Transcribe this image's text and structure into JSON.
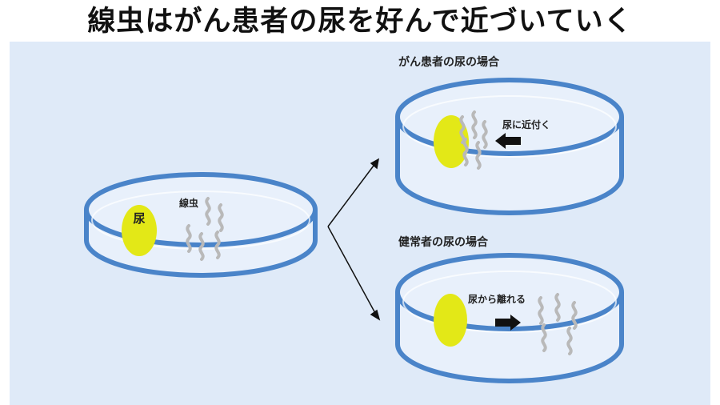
{
  "title": "線虫はがん患者の尿を好んで近づいていく",
  "left_dish": {
    "urine_label": "尿",
    "worm_label": "線虫"
  },
  "top_right": {
    "heading": "がん患者の尿の場合",
    "action_label": "尿に近付く"
  },
  "bottom_right": {
    "heading": "健常者の尿の場合",
    "action_label": "尿から離れる"
  },
  "colors": {
    "background": "#dfeaf8",
    "dish_rim": "#4a84c9",
    "dish_fill": "#e8f0fb",
    "urine": "#e3e817",
    "worm": "#b9b9b9",
    "arrow": "#111111"
  }
}
